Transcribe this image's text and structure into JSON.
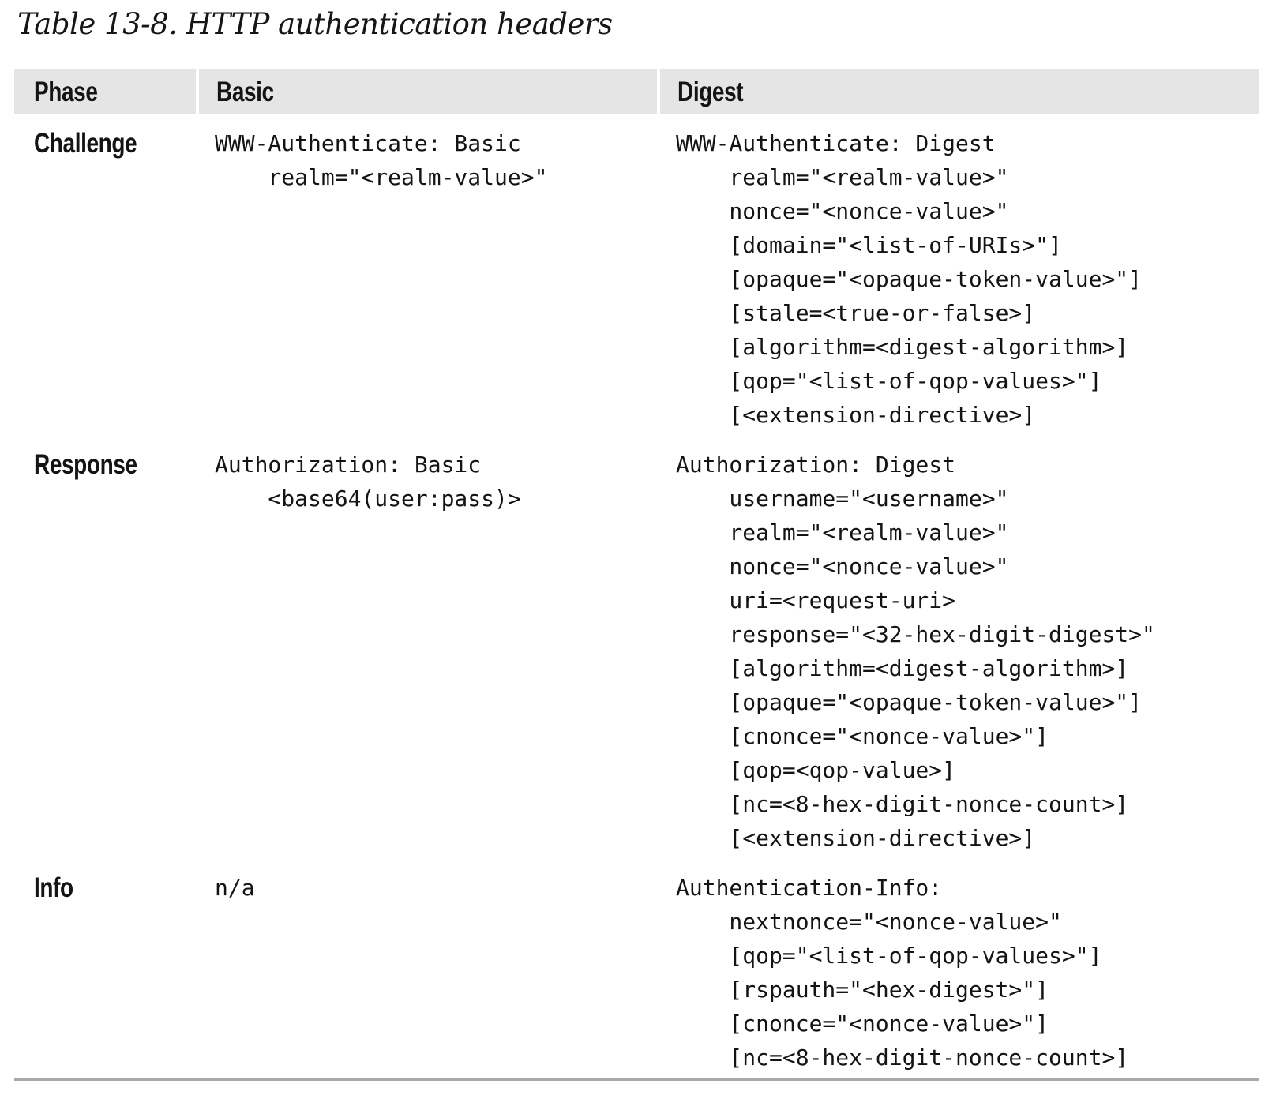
{
  "caption": "Table 13-8. HTTP authentication headers",
  "table": {
    "columns": [
      "Phase",
      "Basic",
      "Digest"
    ],
    "rows": [
      {
        "phase": "Challenge",
        "basic": "WWW-Authenticate: Basic\n    realm=\"<realm-value>\"",
        "digest": "WWW-Authenticate: Digest\n    realm=\"<realm-value>\"\n    nonce=\"<nonce-value>\"\n    [domain=\"<list-of-URIs>\"]\n    [opaque=\"<opaque-token-value>\"]\n    [stale=<true-or-false>]\n    [algorithm=<digest-algorithm>]\n    [qop=\"<list-of-qop-values>\"]\n    [<extension-directive>]"
      },
      {
        "phase": "Response",
        "basic": "Authorization: Basic\n    <base64(user:pass)>",
        "digest": "Authorization: Digest\n    username=\"<username>\"\n    realm=\"<realm-value>\"\n    nonce=\"<nonce-value>\"\n    uri=<request-uri>\n    response=\"<32-hex-digit-digest>\"\n    [algorithm=<digest-algorithm>]\n    [opaque=\"<opaque-token-value>\"]\n    [cnonce=\"<nonce-value>\"]\n    [qop=<qop-value>]\n    [nc=<8-hex-digit-nonce-count>]\n    [<extension-directive>]"
      },
      {
        "phase": "Info",
        "basic": "n/a",
        "digest": "Authentication-Info:\n    nextnonce=\"<nonce-value>\"\n    [qop=\"<list-of-qop-values>\"]\n    [rspauth=\"<hex-digest>\"]\n    [cnonce=\"<nonce-value>\"]\n    [nc=<8-hex-digit-nonce-count>]"
      }
    ]
  },
  "colors": {
    "header_band": "#e5e5e5",
    "text": "#141414",
    "bottom_rule": "#a9a9a9"
  }
}
